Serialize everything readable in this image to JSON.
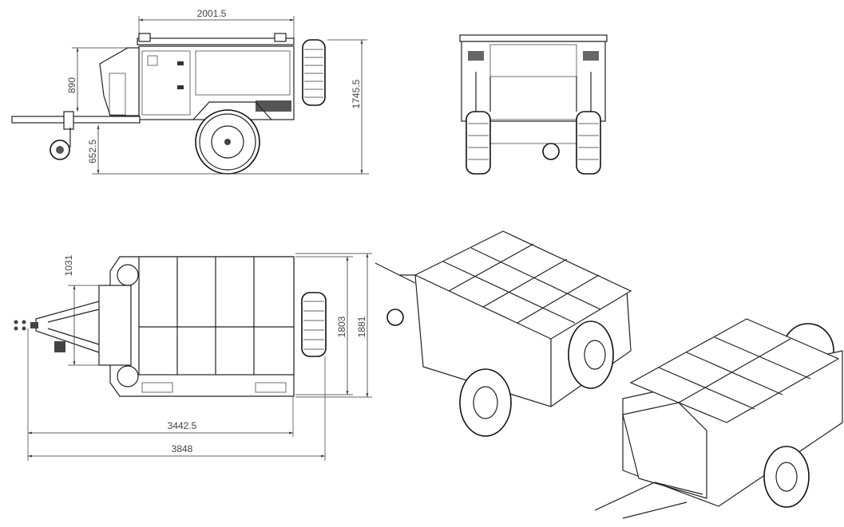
{
  "drawing": {
    "side_view": {
      "overall_width": "2001.5",
      "hitch_height": "890",
      "drawbar_height": "652.5",
      "overall_height": "1745.5"
    },
    "top_view": {
      "drawbar_width": "1031",
      "body_width": "1803",
      "overall_width": "1881",
      "body_length": "3442.5",
      "overall_length": "3848"
    }
  }
}
